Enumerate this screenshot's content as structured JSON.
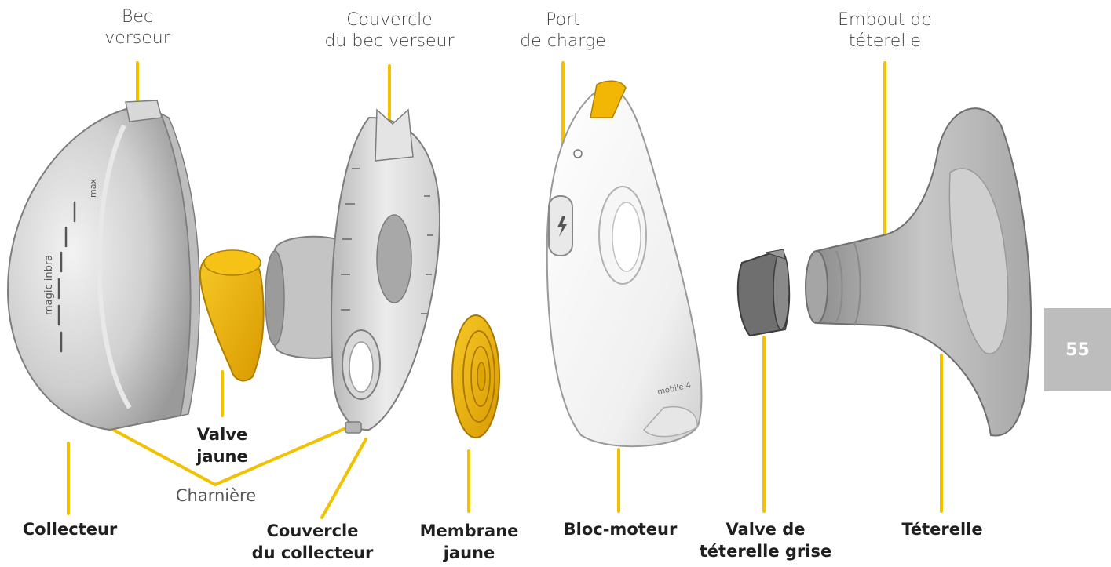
{
  "labels": {
    "spout": "Bec\nverseur",
    "spout_cover": "Couvercle\ndu bec verseur",
    "charge_port": "Port\nde charge",
    "nipple_tip": "Embout de\ntéterelle",
    "yellow_valve": "Valve\njaune",
    "hinge": "Charnière",
    "collector": "Collecteur",
    "collector_cover": "Couvercle\ndu collecteur",
    "yellow_membrane": "Membrane\njaune",
    "motor_block": "Bloc-moteur",
    "grey_valve": "Valve de\ntéterelle grise",
    "breast_shield": "Téterelle"
  },
  "page_number": "55",
  "product_text": {
    "collector_brand": "magic inbra",
    "collector_max": "max",
    "motor_brand": "mobile 4"
  },
  "colors": {
    "accent": "#F2B705",
    "leader": "#F2C200",
    "page_tab": "#BDBDBD",
    "part_grey": "#C9C9C9"
  }
}
